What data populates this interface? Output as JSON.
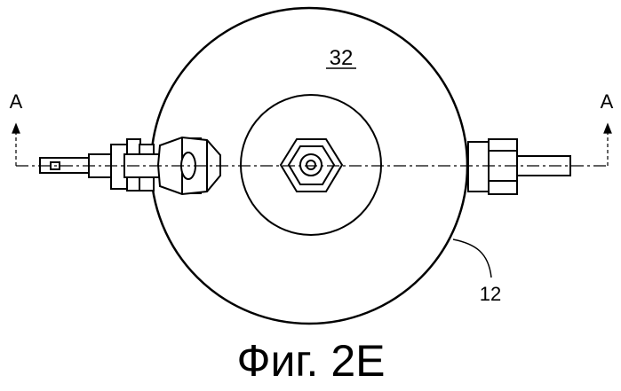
{
  "labels": {
    "part_32": "32",
    "part_12": "12",
    "section_left": "A",
    "section_right": "A"
  },
  "caption": "Фиг. 2E"
}
